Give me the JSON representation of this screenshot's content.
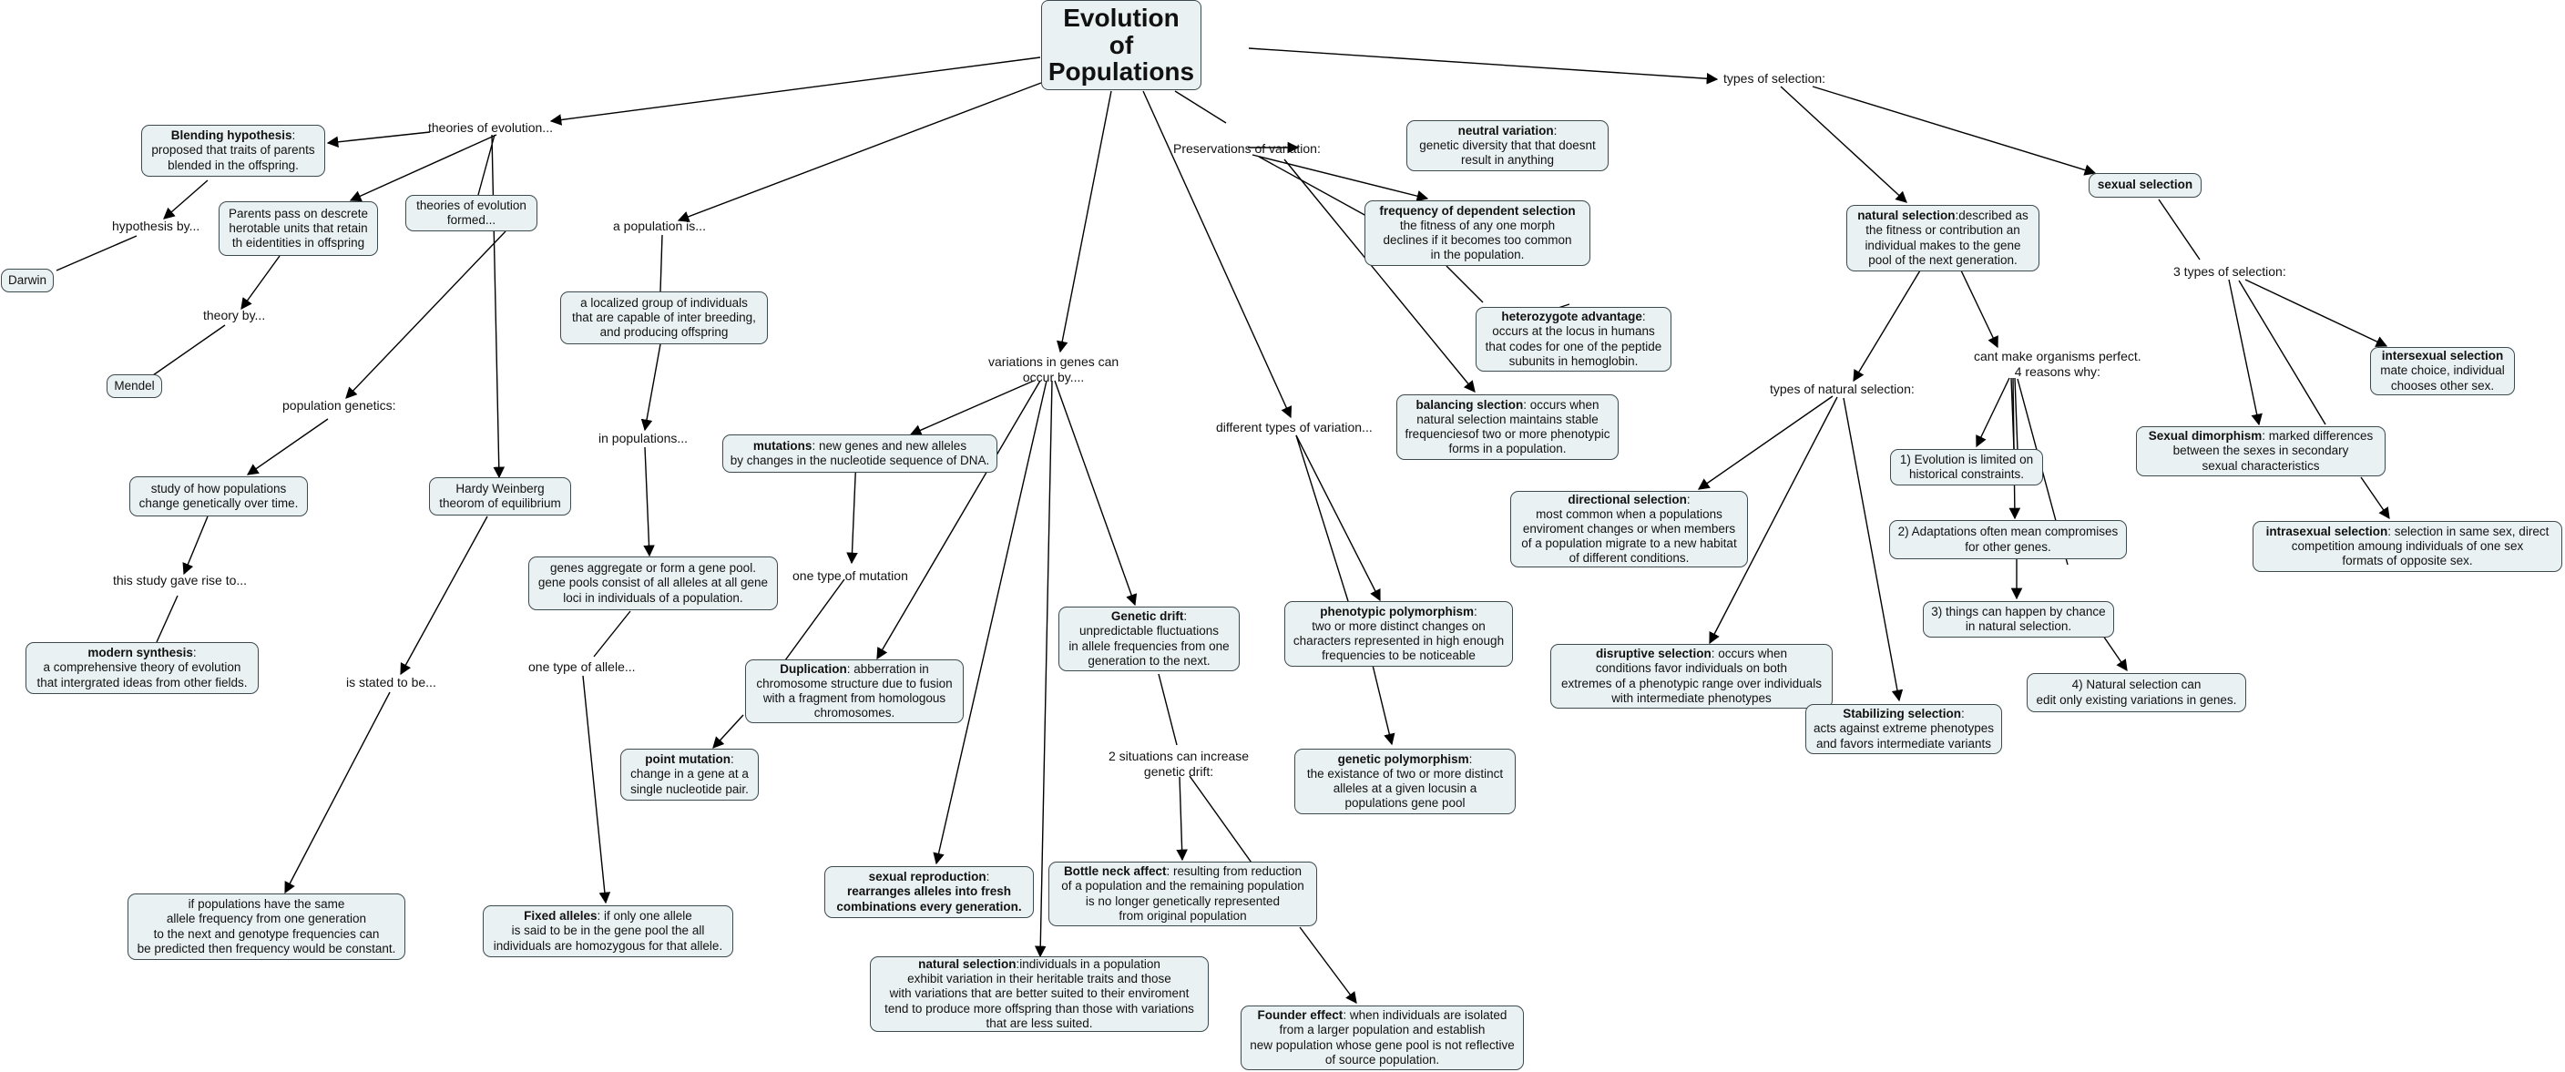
{
  "nodes": {
    "root": {
      "lines": [
        "Evolution",
        "of",
        "Populations"
      ]
    },
    "theories_of_evolution": {
      "lines": [
        "theories of evolution..."
      ]
    },
    "blending_hypothesis": {
      "title": "Blending hypothesis",
      "lines": [
        "proposed that traits of parents",
        "blended in the offspring."
      ]
    },
    "hypothesis_by": {
      "lines": [
        "hypothesis by..."
      ]
    },
    "darwin": {
      "lines": [
        "Darwin"
      ]
    },
    "parents_pass": {
      "lines": [
        "Parents pass on descrete",
        "herotable units that retain",
        "th eidentities in offspring"
      ]
    },
    "theory_by": {
      "lines": [
        "theory by..."
      ]
    },
    "mendel": {
      "lines": [
        "Mendel"
      ]
    },
    "theories_formed": {
      "lines": [
        "theories of evolution",
        "formed..."
      ]
    },
    "population_genetics": {
      "lines": [
        "population genetics:"
      ]
    },
    "study_of_how": {
      "lines": [
        "study of how populations",
        "change genetically over time."
      ]
    },
    "this_study": {
      "lines": [
        "this study gave rise to..."
      ]
    },
    "modern_synthesis": {
      "title": "modern synthesis",
      "lines": [
        "a comprehensive theory of evolution",
        "that intergrated ideas from other fields."
      ]
    },
    "hardy_weinberg": {
      "lines": [
        "Hardy Weinberg",
        "theorom of equilibrium"
      ]
    },
    "is_stated": {
      "lines": [
        "is stated to be..."
      ]
    },
    "if_populations": {
      "lines": [
        "if populations have the same",
        "allele frequency from one generation",
        "to the next and genotype frequencies can",
        "be predicted then frequency would be constant."
      ]
    },
    "a_population_is": {
      "lines": [
        "a population is..."
      ]
    },
    "localized_group": {
      "lines": [
        "a localized group of individuals",
        "that are capable of inter breeding,",
        "and producing offspring"
      ]
    },
    "in_populations": {
      "lines": [
        "in populations..."
      ]
    },
    "genes_aggregate": {
      "lines": [
        "genes aggregate or form a gene pool.",
        "gene pools consist of all alleles at all gene",
        "loci in individuals of a population."
      ]
    },
    "one_type_allele": {
      "lines": [
        "one type of allele..."
      ]
    },
    "fixed_alleles": {
      "title": "Fixed alleles",
      "lines": [
        "if only one allele",
        "is said to be in the gene pool the all",
        "individuals are homozygous for that allele."
      ]
    },
    "variations_in_genes": {
      "lines": [
        "variations in genes can",
        "occur by...."
      ]
    },
    "mutations": {
      "title": "mutations",
      "lines": [
        "new genes and new alleles",
        "by changes in the nucleotide sequence of DNA."
      ]
    },
    "one_type_mutation": {
      "lines": [
        "one type of mutation"
      ]
    },
    "duplication": {
      "title": "Duplication",
      "lines": [
        "abberration in",
        "chromosome structure due to fusion",
        "with a fragment from homologous",
        "chromosomes."
      ]
    },
    "point_mutation": {
      "title": "point mutation",
      "lines": [
        "change in a gene at a",
        "single nucleotide pair."
      ]
    },
    "sexual_reproduction": {
      "title": "sexual reproduction",
      "lines": [
        "rearranges alleles into fresh",
        "combinations every generation."
      ]
    },
    "natural_selection_pop": {
      "title": "natural selection",
      "lines": [
        "individuals in a population",
        "exhibit variation in their heritable traits and those",
        "with variations that are better suited to their enviroment",
        "tend to produce more offspring than those with variations",
        "that are less suited."
      ]
    },
    "genetic_drift": {
      "title": "Genetic drift",
      "lines": [
        "unpredictable fluctuations",
        "in allele frequencies from one",
        "generation to the next."
      ]
    },
    "two_situations": {
      "lines": [
        "2 situations can increase",
        "genetic drift:"
      ]
    },
    "bottle_neck": {
      "title": "Bottle neck affect",
      "lines": [
        "resulting from reduction",
        "of a population and the remaining population",
        "is no longer genetically represented",
        "from original population"
      ]
    },
    "founder_effect": {
      "title": "Founder effect",
      "lines": [
        "when individuals are isolated",
        "from a larger population and establish",
        "new population whose gene pool is not reflective",
        "of source population."
      ]
    },
    "preservations": {
      "lines": [
        "Preservations of variation:"
      ]
    },
    "neutral_variation": {
      "title": "neutral variation",
      "lines": [
        "genetic diversity that that doesnt",
        "result in anything"
      ]
    },
    "frequency_dependent": {
      "title": "frequency of dependent selection",
      "lines": [
        "the fitness of any one morph",
        "declines if it becomes too common",
        "in the population."
      ]
    },
    "heterozygote": {
      "title": "heterozygote advantage",
      "lines": [
        "occurs at the locus in humans",
        "that codes for one of the peptide",
        "subunits in hemoglobin."
      ]
    },
    "balancing": {
      "title": "balancing slection",
      "lines": [
        "occurs when",
        "natural selection maintains stable",
        "frequenciesof two or more phenotypic",
        "forms in a population."
      ]
    },
    "different_types": {
      "lines": [
        "different types of variation..."
      ]
    },
    "phenotypic": {
      "title": "phenotypic polymorphism",
      "lines": [
        "two or more distinct changes on",
        "characters represented in high enough",
        "frequencies to be noticeable"
      ]
    },
    "genetic_poly": {
      "title": "genetic polymorphism",
      "lines": [
        "the existance of two or more distinct",
        "alleles at a given locusin a",
        "populations gene pool"
      ]
    },
    "types_of_selection": {
      "lines": [
        "types of selection:"
      ]
    },
    "natural_selection": {
      "title": "natural selection",
      "lines": [
        "described as",
        "the fitness or contribution an",
        "individual makes to the gene",
        "pool of the next generation."
      ]
    },
    "types_natural": {
      "lines": [
        "types of natural selection:"
      ]
    },
    "directional": {
      "title": "directional selection",
      "lines": [
        "most common when a populations",
        "enviroment changes or when members",
        "of a population migrate to a new habitat",
        "of different conditions."
      ]
    },
    "disruptive": {
      "title": "disruptive selection",
      "lines": [
        "occurs when",
        "conditions favor individuals on both",
        "extremes of a phenotypic range over individuals",
        "with intermediate phenotypes"
      ]
    },
    "stabilizing": {
      "title": "Stabilizing selection",
      "lines": [
        "acts against extreme phenotypes",
        "and favors intermediate variants"
      ]
    },
    "cant_make": {
      "lines": [
        "cant make organisms perfect.",
        "4 reasons why:"
      ]
    },
    "reason1": {
      "lines": [
        "1) Evolution is limited on",
        "historical constraints."
      ]
    },
    "reason2": {
      "lines": [
        "2) Adaptations often mean compromises",
        "for other genes."
      ]
    },
    "reason3": {
      "lines": [
        "3) things can happen by chance",
        "in natural selection."
      ]
    },
    "reason4": {
      "lines": [
        "4) Natural selection can",
        "edit only existing variations in genes."
      ]
    },
    "sexual_selection": {
      "title": "sexual selection",
      "lines": []
    },
    "three_types": {
      "lines": [
        "3 types of selection:"
      ]
    },
    "intersexual": {
      "title": "intersexual selection",
      "lines": [
        "mate choice, individual",
        "chooses other sex."
      ]
    },
    "dimorphism": {
      "title": "Sexual dimorphism",
      "lines": [
        "marked differences",
        "between the sexes in secondary",
        "sexual characteristics"
      ]
    },
    "intrasexual": {
      "title": "intrasexual selection",
      "lines": [
        "selection in same sex, direct",
        "competition amoung individuals of one sex",
        "formats of opposite sex."
      ]
    }
  }
}
